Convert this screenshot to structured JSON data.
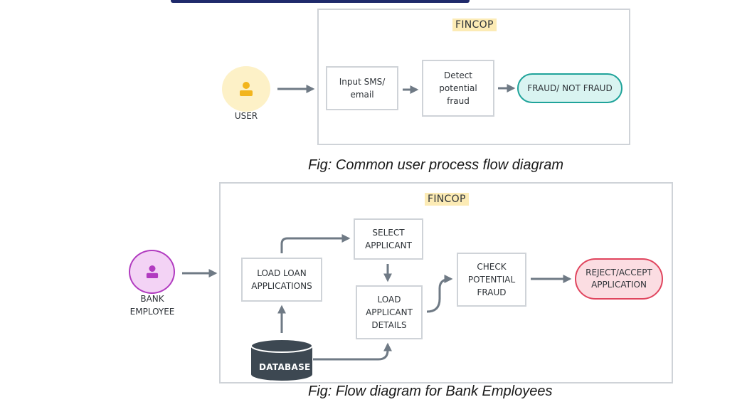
{
  "diagram1": {
    "title_badge": "FINCOP",
    "actor_label": "USER",
    "actor_icon": "user-icon",
    "steps": [
      "Input SMS/\nemail",
      "Detect\npotential\nfraud"
    ],
    "result": "FRAUD/ NOT FRAUD",
    "caption": "Fig: Common user process flow diagram"
  },
  "diagram2": {
    "title_badge": "FINCOP",
    "actor_label": "BANK\nEMPLOYEE",
    "actor_icon": "user-icon",
    "load_loan": "LOAD LOAN\nAPPLICATIONS",
    "select_applicant": "SELECT\nAPPLICANT",
    "load_details": "LOAD\nAPPLICANT\nDETAILS",
    "check_fraud": "CHECK\nPOTENTIAL\nFRAUD",
    "result": "REJECT/ACCEPT\nAPPLICATION",
    "database": "DATABASE",
    "caption": "Fig: Flow diagram for Bank Employees"
  },
  "colors": {
    "arrow": "#6f7a85",
    "user_fill": "#fdf1c7",
    "user_icon": "#f2b51d",
    "bank_fill": "#f3d3f5",
    "bank_icon": "#b13bc0",
    "result_green": "#1fa39a",
    "result_red": "#e0455e",
    "database": "#3d4852",
    "badge": "#fcebb5"
  }
}
